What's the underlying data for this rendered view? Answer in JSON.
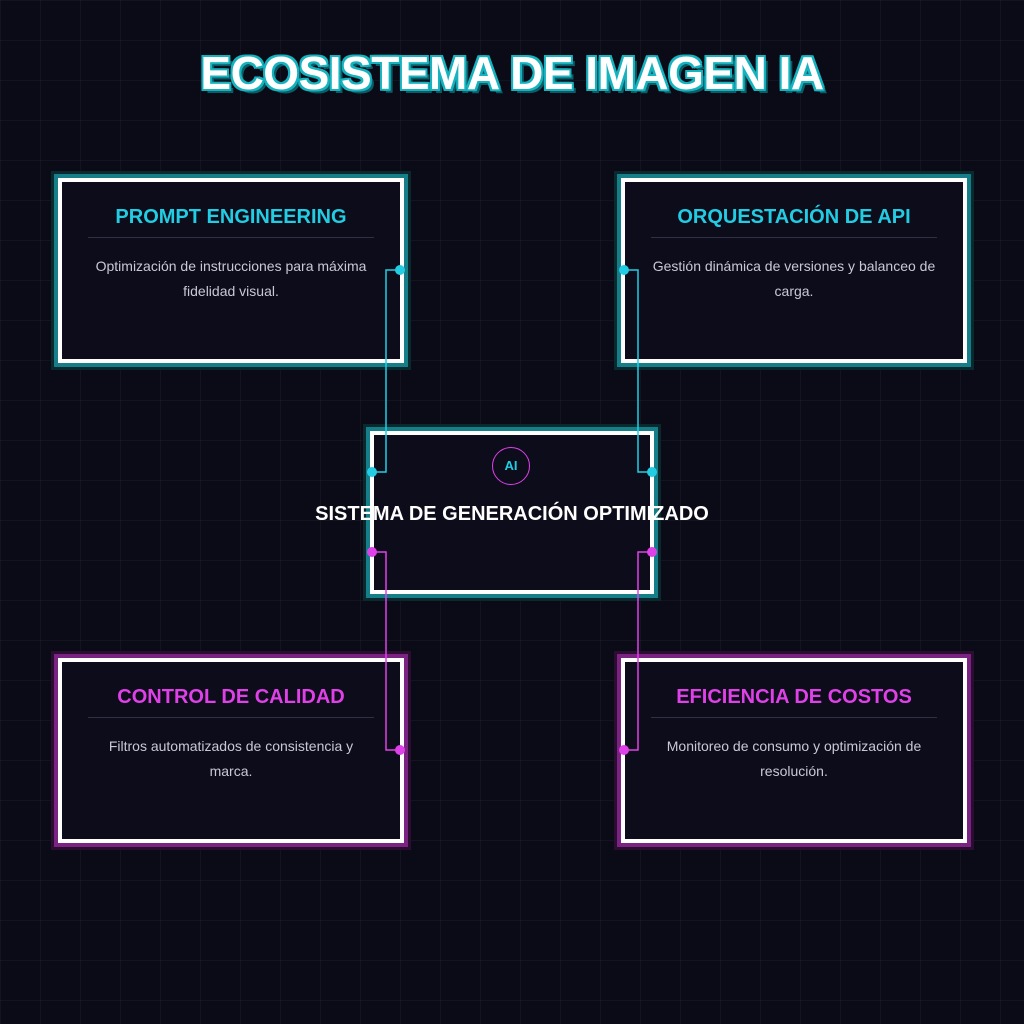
{
  "title": "ECOSISTEMA DE IMAGEN IA",
  "nodes": {
    "prompt": {
      "title": "PROMPT ENGINEERING",
      "description": "Optimización de instrucciones para máxima fidelidad visual."
    },
    "api": {
      "title": "ORQUESTACIÓN DE API",
      "description": "Gestión dinámica de versiones y balanceo de carga."
    },
    "quality": {
      "title": "CONTROL DE CALIDAD",
      "description": "Filtros automatizados de consistencia y marca."
    },
    "costs": {
      "title": "EFICIENCIA DE COSTOS",
      "description": "Monitoreo de consumo y optimización de resolución."
    }
  },
  "center": {
    "badge": "AI",
    "label": "SISTEMA DE GENERACIÓN OPTIMIZADO"
  },
  "colors": {
    "background": "#0b0b18",
    "cyan_accent": "#22cde4",
    "magenta_accent": "#e040e8",
    "card_border": "#ffffff",
    "description_text": "#c9c9d6"
  }
}
